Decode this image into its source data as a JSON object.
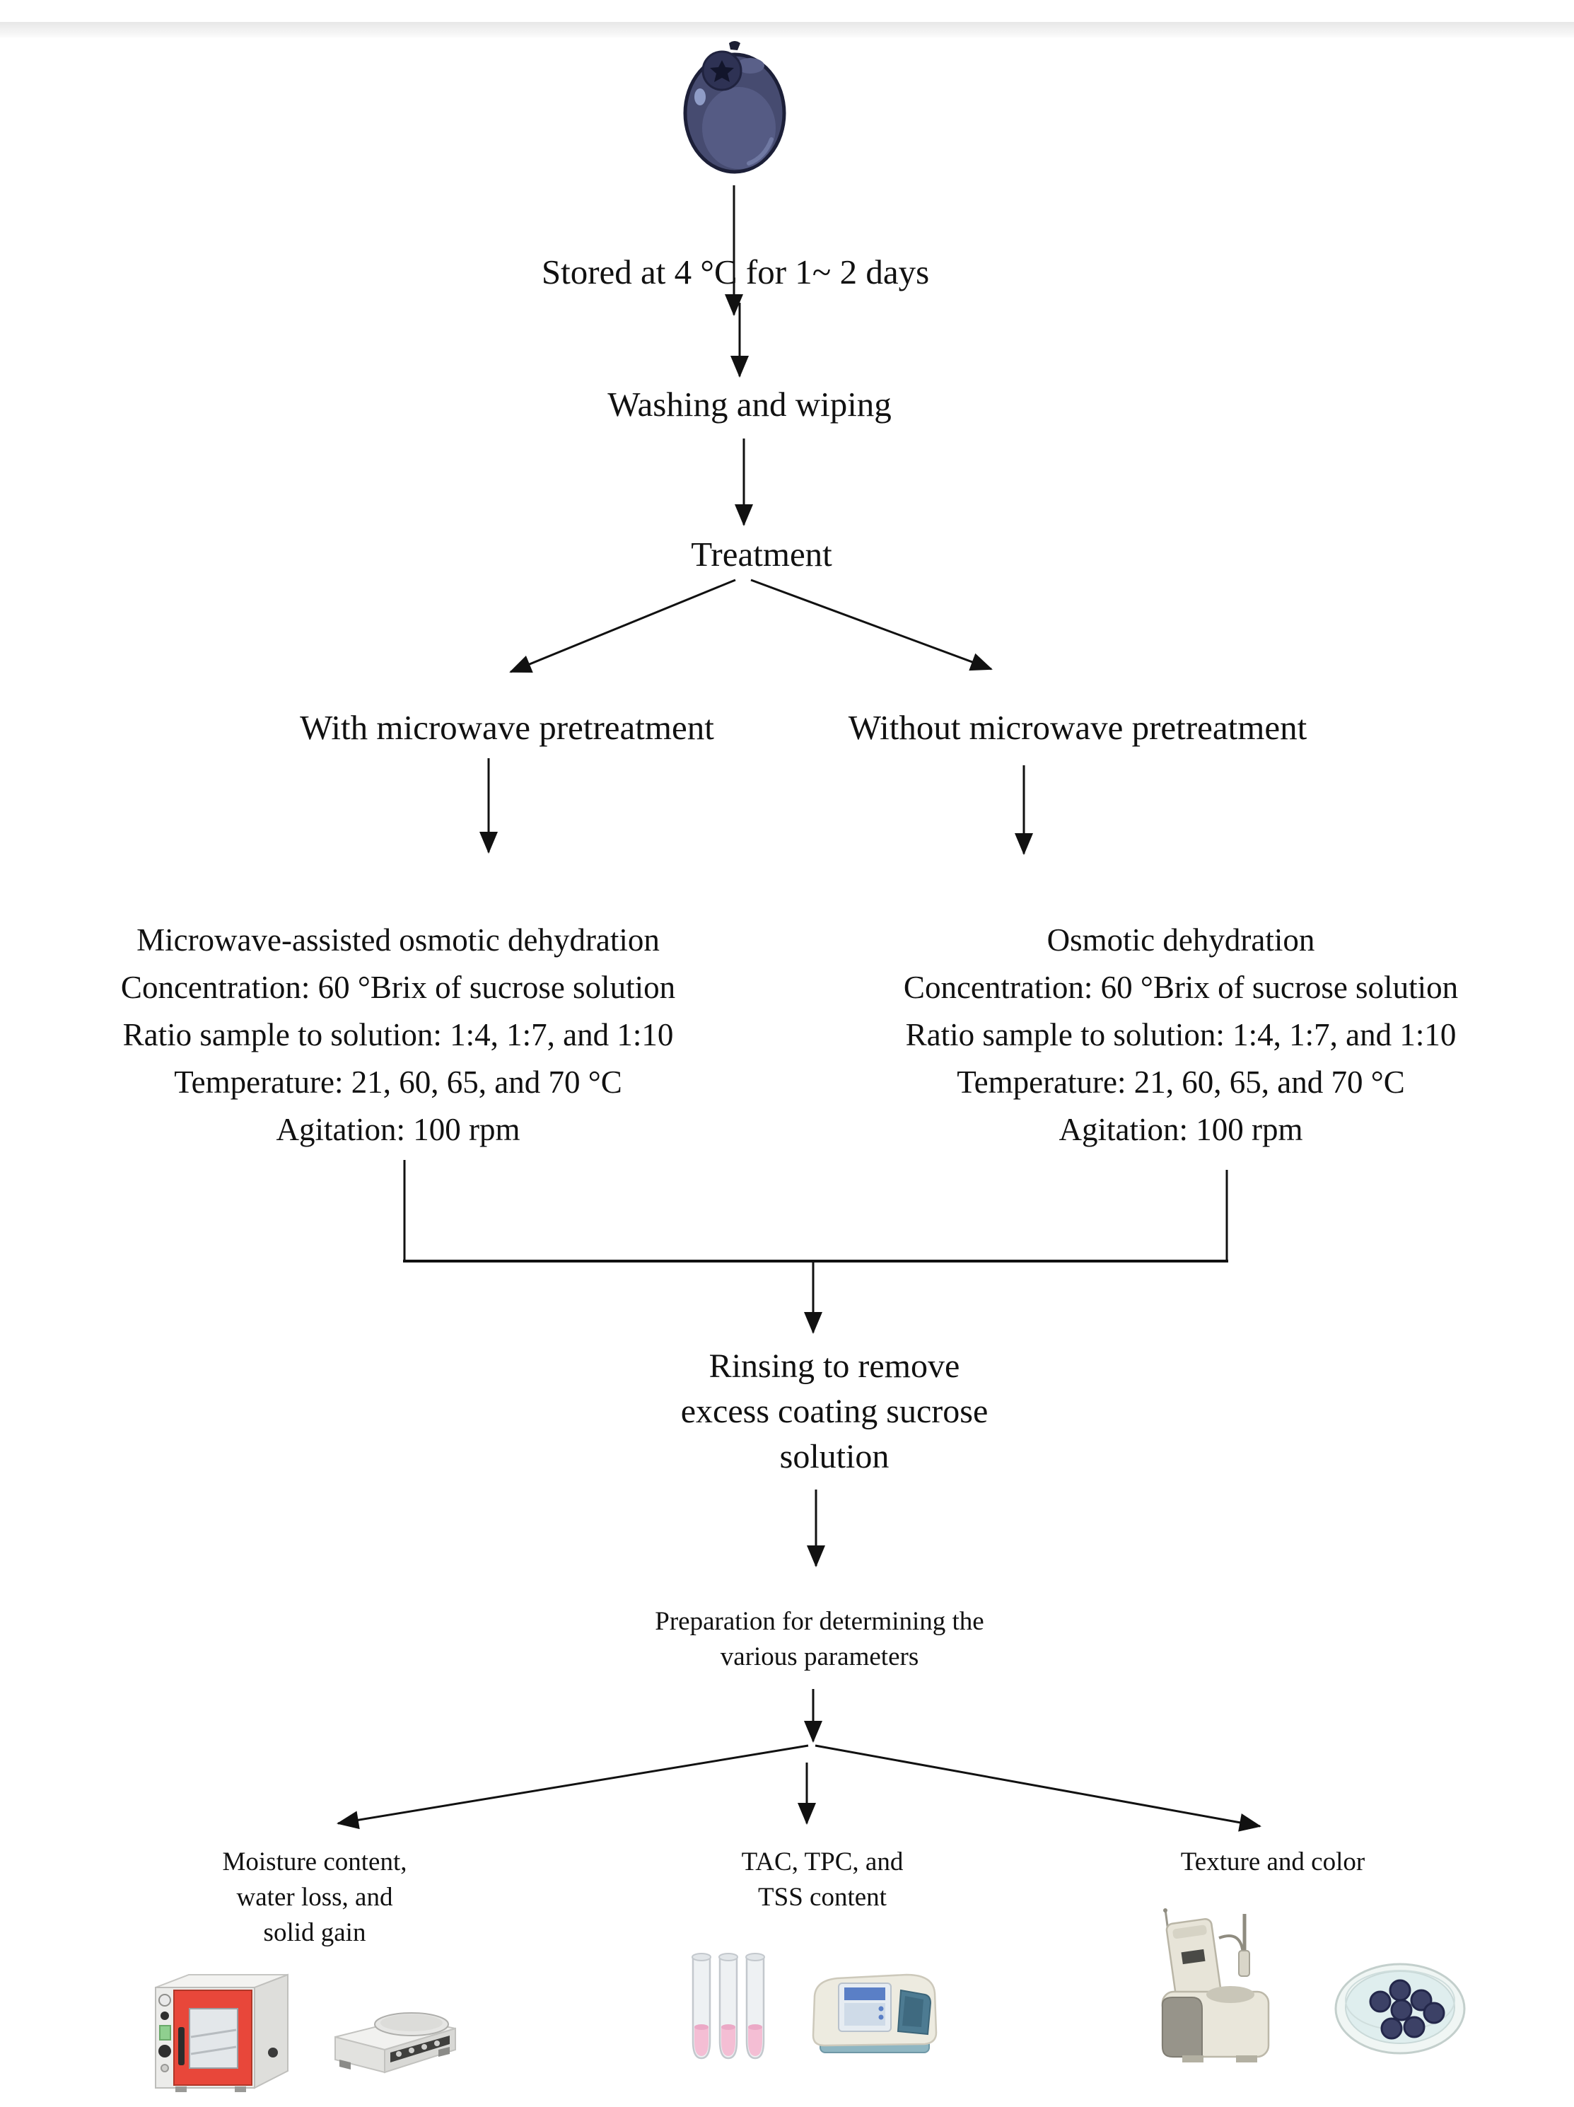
{
  "flow": {
    "stored_label": "Stored at 4 °C for 1~ 2 days",
    "washing_label": "Washing and wiping",
    "treatment_label": "Treatment",
    "branches": {
      "left_label": "With microwave pretreatment",
      "right_label": "Without microwave pretreatment"
    },
    "mao_block": {
      "lines": [
        "Microwave-assisted osmotic dehydration",
        "Concentration: 60 °Brix of sucrose solution",
        "Ratio sample to solution: 1:4, 1:7, and 1:10",
        "Temperature: 21, 60, 65, and 70 °C",
        "Agitation: 100 rpm"
      ]
    },
    "od_block": {
      "lines": [
        "Osmotic dehydration",
        "Concentration: 60 °Brix of sucrose solution",
        "Ratio sample to solution: 1:4, 1:7, and 1:10",
        "Temperature: 21, 60, 65, and 70 °C",
        "Agitation: 100 rpm"
      ]
    },
    "rinsing": {
      "lines": [
        "Rinsing to remove",
        "excess coating sucrose",
        "solution"
      ]
    },
    "preparation": {
      "lines": [
        "Preparation for determining the",
        "various parameters"
      ]
    },
    "outputs": {
      "moisture": {
        "lines": [
          "Moisture content,",
          "water loss, and",
          "solid gain"
        ]
      },
      "tac": {
        "lines": [
          "TAC, TPC, and",
          "TSS content"
        ]
      },
      "texture": {
        "lines": [
          "Texture and color"
        ]
      }
    }
  },
  "icons": {
    "blueberry": "blueberry-icon",
    "oven": "vacuum-oven-icon",
    "balance": "analytical-balance-icon",
    "test_tubes": "test-tubes-icon",
    "spectrophotometer": "spectrophotometer-icon",
    "texture_analyzer": "texture-analyzer-icon",
    "petri_dish": "petri-dish-icon"
  },
  "colors": {
    "text": "#111111",
    "arrow": "#111111",
    "berry_body": "#464b70",
    "berry_outline": "#1c1f38",
    "oven_door_red": "#e8473a",
    "tube_liquid_pink": "#f4bed4",
    "spectro_screen_blue": "#5a7fc6",
    "spectro_compartment_teal": "#4d7b92",
    "petri_fill": "#dfeeee"
  }
}
